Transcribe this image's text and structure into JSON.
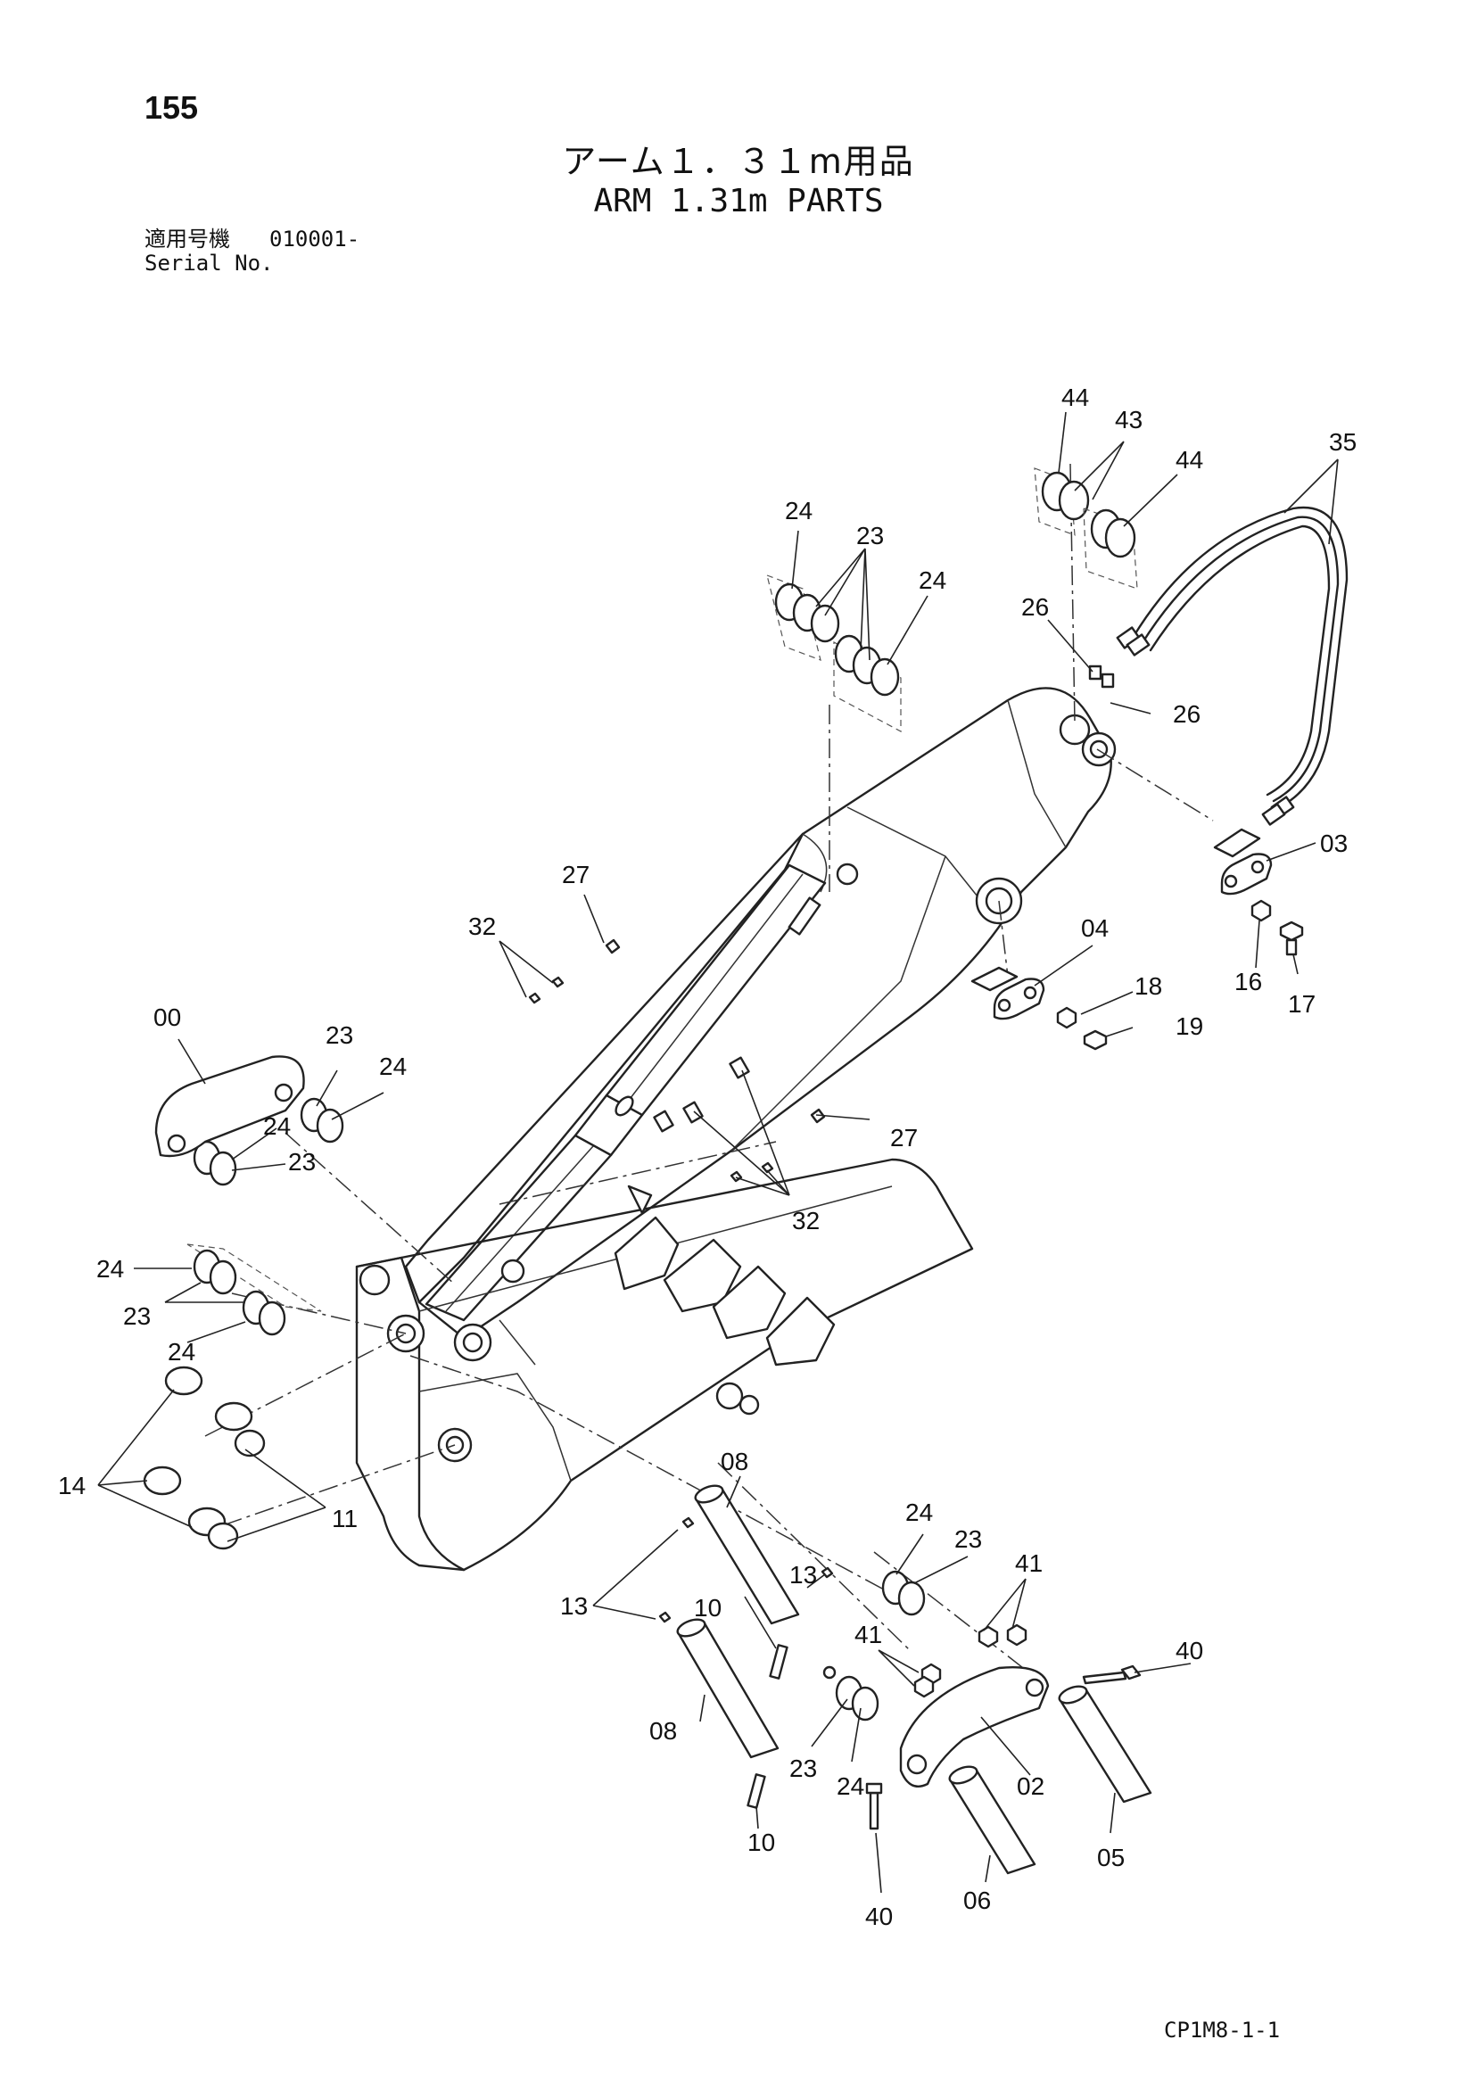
{
  "header": {
    "page_number": "155",
    "title_jp": "アーム１．３１m用品",
    "title_en": "ARM 1.31m PARTS",
    "serial_label_jp": "適用号機",
    "serial_value": "010001-",
    "serial_label_en": "Serial No."
  },
  "footer": {
    "code": "CP1M8-1-1"
  },
  "callouts": {
    "c00": "00",
    "c02": "02",
    "c03": "03",
    "c04": "04",
    "c05": "05",
    "c06": "06",
    "c08a": "08",
    "c08b": "08",
    "c10a": "10",
    "c10b": "10",
    "c11": "11",
    "c13a": "13",
    "c13b": "13",
    "c14": "14",
    "c16": "16",
    "c17": "17",
    "c18": "18",
    "c19": "19",
    "c23a": "23",
    "c23b": "23",
    "c23c": "23",
    "c23d": "23",
    "c23e": "23",
    "c23f": "23",
    "c24a": "24",
    "c24b": "24",
    "c24c": "24",
    "c24d": "24",
    "c24e": "24",
    "c24f": "24",
    "c24g": "24",
    "c24h": "24",
    "c26a": "26",
    "c26b": "26",
    "c27a": "27",
    "c27b": "27",
    "c32a": "32",
    "c32b": "32",
    "c35": "35",
    "c40a": "40",
    "c40b": "40",
    "c41a": "41",
    "c41b": "41",
    "c43": "43",
    "c44a": "44",
    "c44b": "44"
  }
}
